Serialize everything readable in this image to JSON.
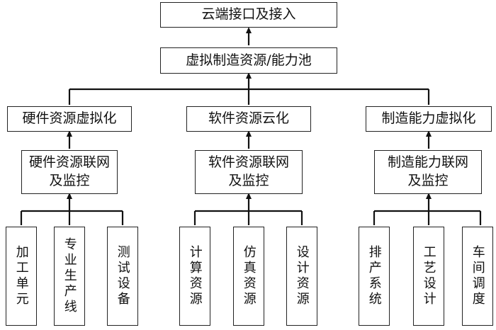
{
  "top": {
    "cloud_access": "云端接口及接入",
    "pool": "虚拟制造资源/能力池"
  },
  "branches": [
    {
      "virtualize": "硬件资源虚拟化",
      "monitor": [
        "硬件资源联网",
        "及监控"
      ],
      "leaves": [
        "加工单元",
        "专业生产线",
        "测试设备"
      ]
    },
    {
      "virtualize": "软件资源云化",
      "monitor": [
        "软件资源联网",
        "及监控"
      ],
      "leaves": [
        "计算资源",
        "仿真资源",
        "设计资源"
      ]
    },
    {
      "virtualize": "制造能力虚拟化",
      "monitor": [
        "制造能力联网",
        "及监控"
      ],
      "leaves": [
        "排产系统",
        "工艺设计",
        "车间调度"
      ]
    }
  ]
}
